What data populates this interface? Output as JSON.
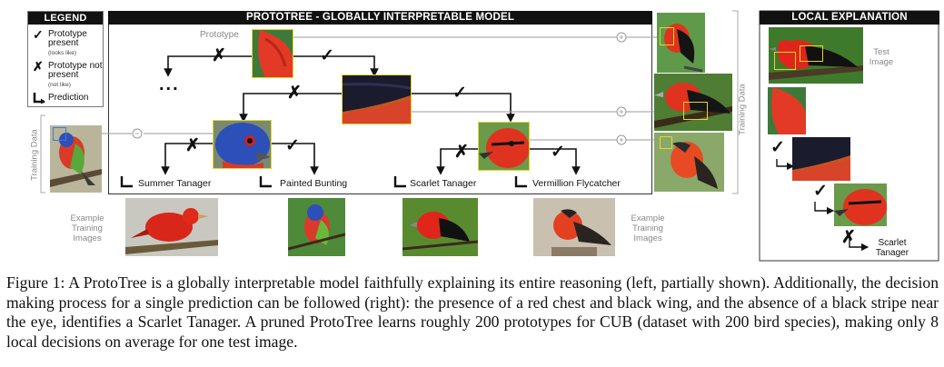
{
  "legend": {
    "title": "LEGEND",
    "present_symbol": "✓",
    "present_label": "Prototype present",
    "present_sub": "(looks like)",
    "absent_symbol": "✗",
    "absent_label": "Prototype not present",
    "absent_sub": "(not like)",
    "prediction_label": "Prediction"
  },
  "tree": {
    "title": "PROTOTREE - GLOBALLY INTERPRETABLE MODEL",
    "prototype_label": "Prototype",
    "ellipsis": "...",
    "leaves": [
      "Summer Tanager",
      "Painted Bunting",
      "Scarlet Tanager",
      "Vermillion Flycatcher"
    ]
  },
  "side_labels": {
    "training_data_left": "Training Data",
    "training_data_right": "Training Data",
    "example_left": "Example Training Images",
    "example_right": "Example Training Images"
  },
  "local": {
    "title": "LOCAL EXPLANATION",
    "test_image_label": "Test Image",
    "prediction": "Scarlet Tanager"
  },
  "marks": {
    "check": "✓",
    "cross": "✗"
  },
  "colors": {
    "header_bg": "#111111",
    "highlight_yellow": "#e5d62b",
    "highlight_blue": "#3a7bd5"
  },
  "caption": "Figure 1: A ProtoTree is a globally interpretable model faithfully explaining its entire reasoning (left, partially shown). Additionally, the decision making process for a single prediction can be followed (right): the presence of a red chest and black wing, and the absence of a black stripe near the eye, identifies a Scarlet Tanager. A pruned ProtoTree learns roughly 200 prototypes for CUB (dataset with 200 bird species), making only 8 local decisions on average for one test image."
}
